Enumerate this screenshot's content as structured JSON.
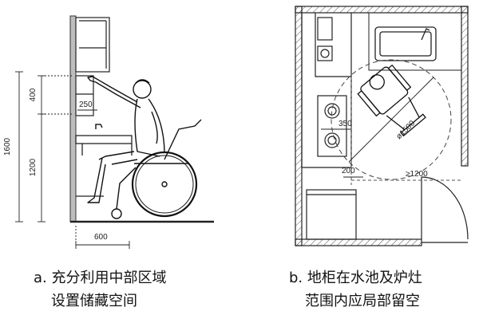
{
  "panel_a": {
    "dims": {
      "total_height": "1600",
      "upper": "400",
      "lower": "1200",
      "reach": "250",
      "depth": "600"
    },
    "caption_line1": "a. 充分利用中部区域",
    "caption_line2": "设置储藏空间"
  },
  "panel_b": {
    "dims": {
      "turning": "ø1500",
      "sink_gap": "350",
      "side_gap": "200",
      "clearance": "≥1200"
    },
    "caption_line1": "b. 地柜在水池及炉灶",
    "caption_line2": "范围内应局部留空"
  }
}
